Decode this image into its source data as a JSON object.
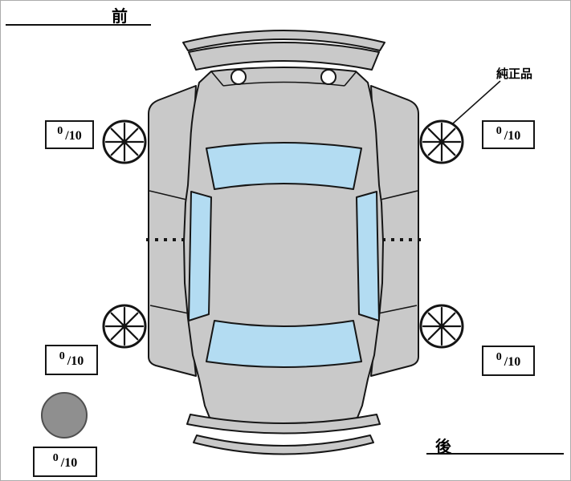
{
  "orientation_labels": {
    "front": "前",
    "rear": "後"
  },
  "annotations": {
    "genuine_part": "純正品"
  },
  "tread_depth": {
    "denominator": "/10",
    "front_left": "0",
    "front_right": "0",
    "rear_left": "0",
    "rear_right": "0",
    "spare": "0"
  },
  "colors": {
    "background": "#ffffff",
    "body_fill": "#c9c9c9",
    "window_fill": "#b3dcf2",
    "outline": "#161616",
    "spare_tire_fill": "#8f8f8f"
  }
}
